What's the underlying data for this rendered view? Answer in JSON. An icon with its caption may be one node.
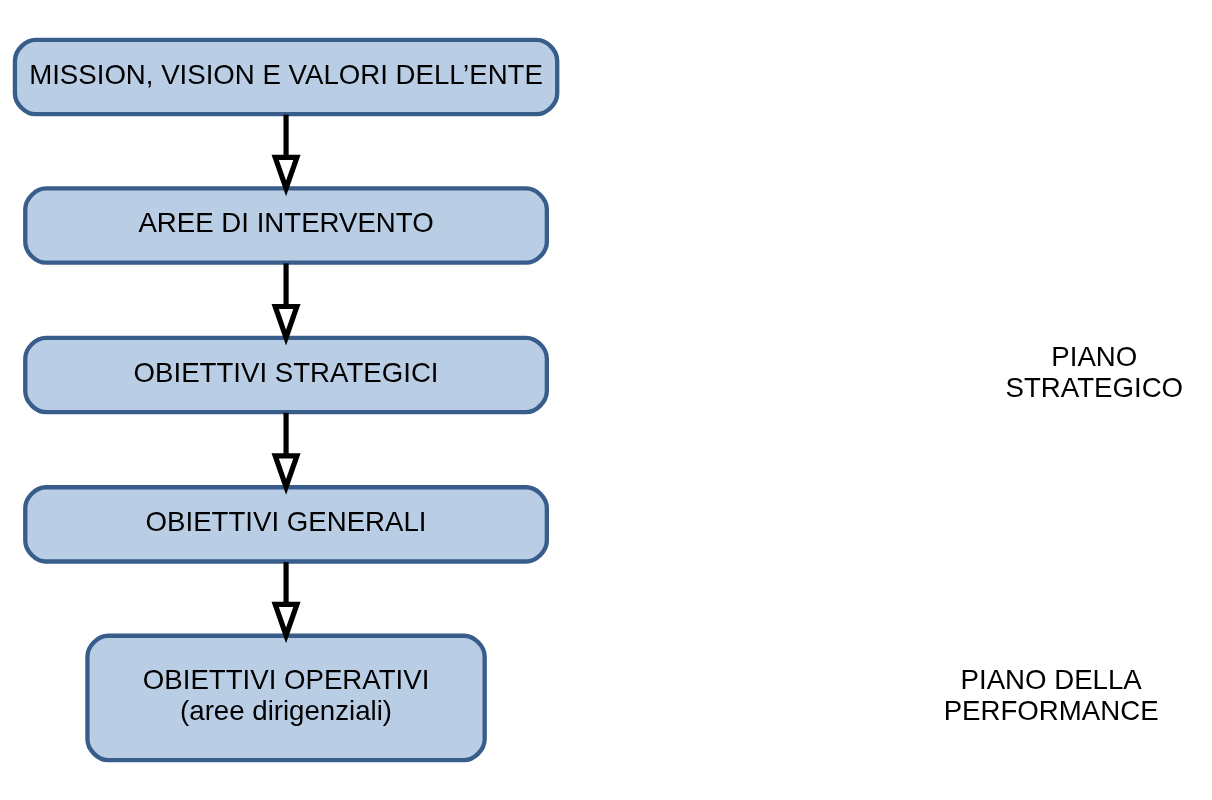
{
  "diagram": {
    "nodes": [
      {
        "text": [
          "MISSION, VISION E VALORI DELL’ENTE"
        ]
      },
      {
        "text": [
          "AREE DI INTERVENTO"
        ]
      },
      {
        "text": [
          "OBIETTIVI STRATEGICI"
        ]
      },
      {
        "text": [
          "OBIETTIVI GENERALI"
        ]
      },
      {
        "text": [
          "OBIETTIVI OPERATIVI",
          "(aree dirigenziali)"
        ]
      }
    ],
    "edges": [
      {
        "from": 0,
        "to": 1,
        "arrow": "to"
      },
      {
        "from": 1,
        "to": 2,
        "arrow": "to"
      },
      {
        "from": 2,
        "to": 3,
        "arrow": "to"
      },
      {
        "from": 3,
        "to": 4,
        "arrow": "to"
      }
    ],
    "labels": [
      "PIANO STRATEGICO",
      "PIANO DELLA PERFORMANCE"
    ]
  }
}
